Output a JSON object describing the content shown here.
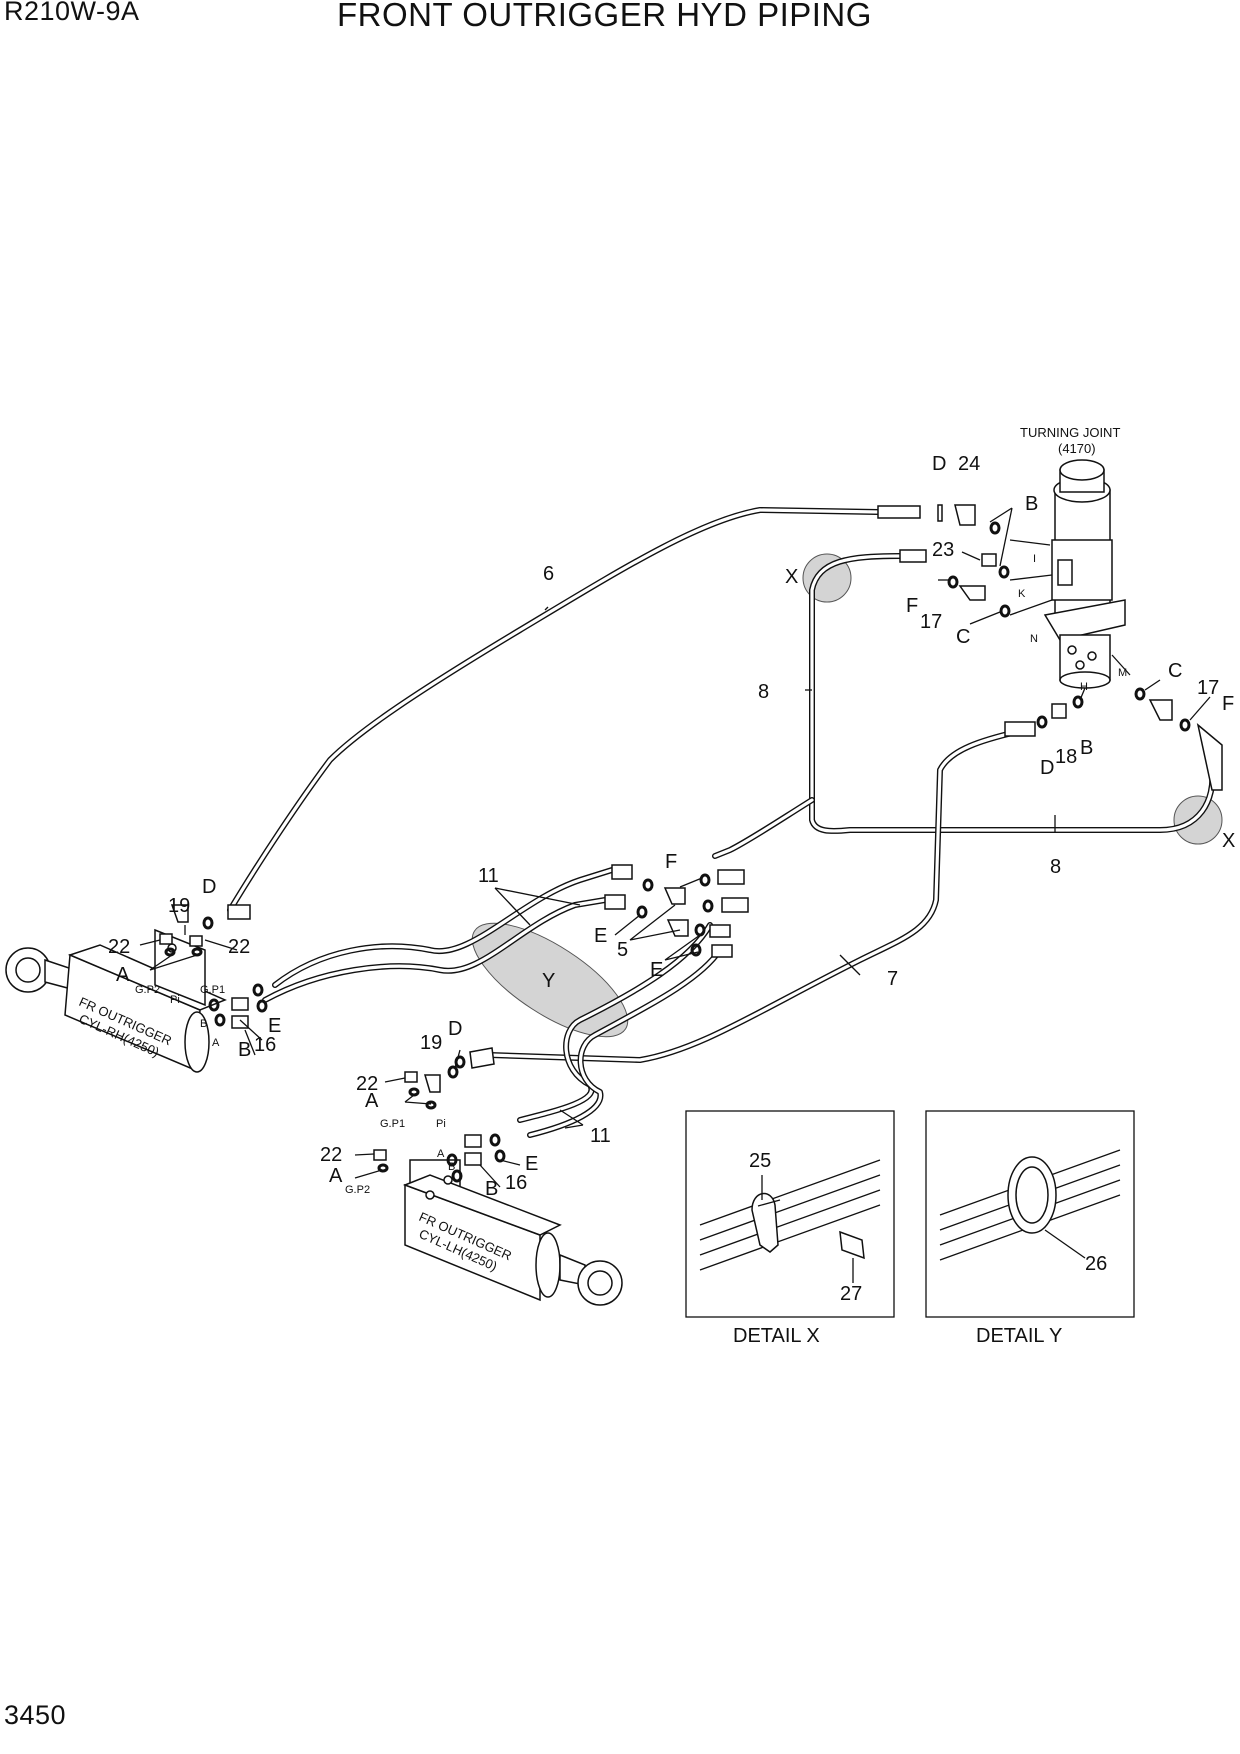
{
  "header": {
    "model": "R210W-9A",
    "title": "FRONT OUTRIGGER HYD PIPING"
  },
  "page_number": "3450",
  "assembly": {
    "name": "TURNING JOINT",
    "ref": "(4170)"
  },
  "port_letters": {
    "i": "I",
    "k": "K",
    "n": "N",
    "m": "M",
    "h": "H"
  },
  "cylinders": {
    "right": {
      "line1": "FR OUTRIGGER",
      "line2": "CYL-RH(4250)"
    },
    "left": {
      "line1": "FR OUTRIGGER",
      "line2": "CYL-LH(4250)"
    }
  },
  "gauge_ports": {
    "gp1": "G.P1",
    "gp2": "G.P2",
    "pi": "Pi",
    "a": "A",
    "b": "B"
  },
  "details": {
    "x": {
      "title": "DETAIL  X",
      "callouts": [
        "25",
        "27"
      ]
    },
    "y": {
      "title": "DETAIL  Y",
      "callouts": [
        "26"
      ]
    }
  },
  "detail_markers": {
    "x": "X",
    "y": "Y"
  },
  "callouts": {
    "d": "D",
    "b": "B",
    "c": "C",
    "f": "F",
    "a": "A",
    "e": "E",
    "p5": "5",
    "p6": "6",
    "p7": "7",
    "p8": "8",
    "p11": "11",
    "p16": "16",
    "p17": "17",
    "p18": "18",
    "p19": "19",
    "p22": "22",
    "p23": "23",
    "p24": "24"
  }
}
